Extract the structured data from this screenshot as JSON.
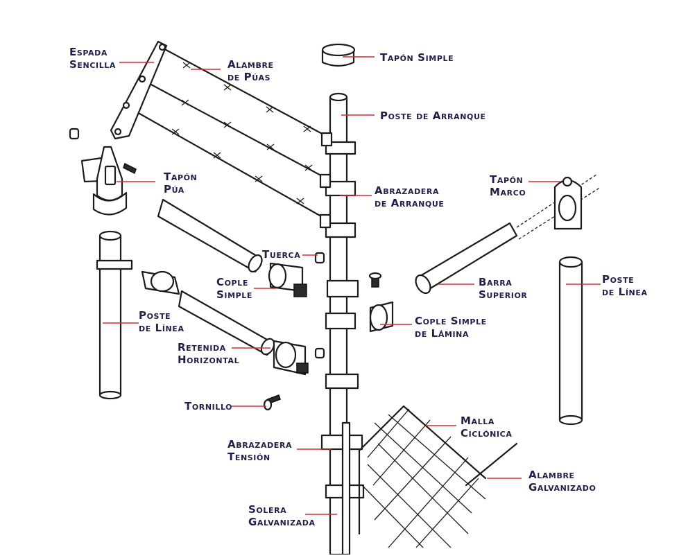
{
  "labels": {
    "espada": [
      "Espada",
      "Sencilla"
    ],
    "alambre_puas": [
      "Alambre",
      "de Púas"
    ],
    "tapon_simple": [
      "Tapón Simple"
    ],
    "poste_arranque": [
      "Poste de Arranque"
    ],
    "abrazadera_arranque": [
      "Abrazadera",
      "de Arranque"
    ],
    "tapon_marco": [
      "Tapón",
      "Marco"
    ],
    "tapon_pua": [
      "Tapón",
      "Púa"
    ],
    "tuerca": [
      "Tuerca"
    ],
    "cople_simple": [
      "Cople",
      "Simple"
    ],
    "barra_superior": [
      "Barra",
      "Superior"
    ],
    "poste_linea_right": [
      "Poste",
      "de Línea"
    ],
    "poste_linea_left": [
      "Poste",
      "de Línea"
    ],
    "cople_lamina": [
      "Cople Simple",
      "de Lámina"
    ],
    "retenida": [
      "Retenida",
      "Horizontal"
    ],
    "tornillo": [
      "Tornillo"
    ],
    "malla": [
      "Malla",
      "Ciclónica"
    ],
    "abrazadera_tension": [
      "Abrazadera",
      "Tensión"
    ],
    "alambre_galv": [
      "Alambre",
      "Galvanizado"
    ],
    "solera": [
      "Solera",
      "Galvanizada"
    ]
  },
  "colors": {
    "label_text": "#1f1f4a",
    "leader_line": "#d22f35",
    "ink": "#1b1b1b"
  }
}
